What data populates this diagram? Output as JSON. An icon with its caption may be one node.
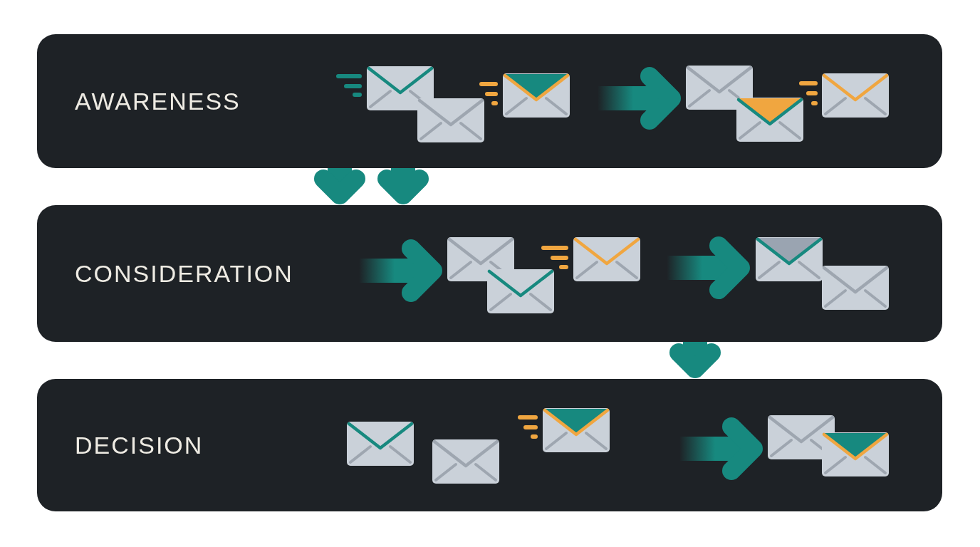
{
  "diagram": {
    "nodes": [
      {
        "text": [
          "AWARENESS"
        ]
      },
      {
        "text": [],
        "shape": "envelope",
        "in": 0
      },
      {
        "text": [],
        "shape": "envelope",
        "in": 0
      },
      {
        "text": [
          "CONSIDERATION"
        ]
      },
      {
        "text": [],
        "shape": "envelope",
        "in": 3
      },
      {
        "text": [],
        "shape": "envelope",
        "in": 3
      },
      {
        "text": [
          "DECISION"
        ]
      },
      {
        "text": [],
        "shape": "envelope",
        "in": 6
      },
      {
        "text": [],
        "shape": "envelope",
        "in": 6
      }
    ],
    "edges": [
      {
        "from": 1,
        "to": 2,
        "arrow": "to"
      },
      {
        "from": 0,
        "to": 3,
        "arrow": "to"
      },
      {
        "from": 0,
        "to": 3,
        "arrow": "to"
      },
      {
        "from": null,
        "to": 4,
        "arrow": "to"
      },
      {
        "from": 4,
        "to": 5,
        "arrow": "to"
      },
      {
        "from": 3,
        "to": 6,
        "arrow": "to"
      },
      {
        "from": 7,
        "to": 8,
        "arrow": "to"
      }
    ]
  }
}
